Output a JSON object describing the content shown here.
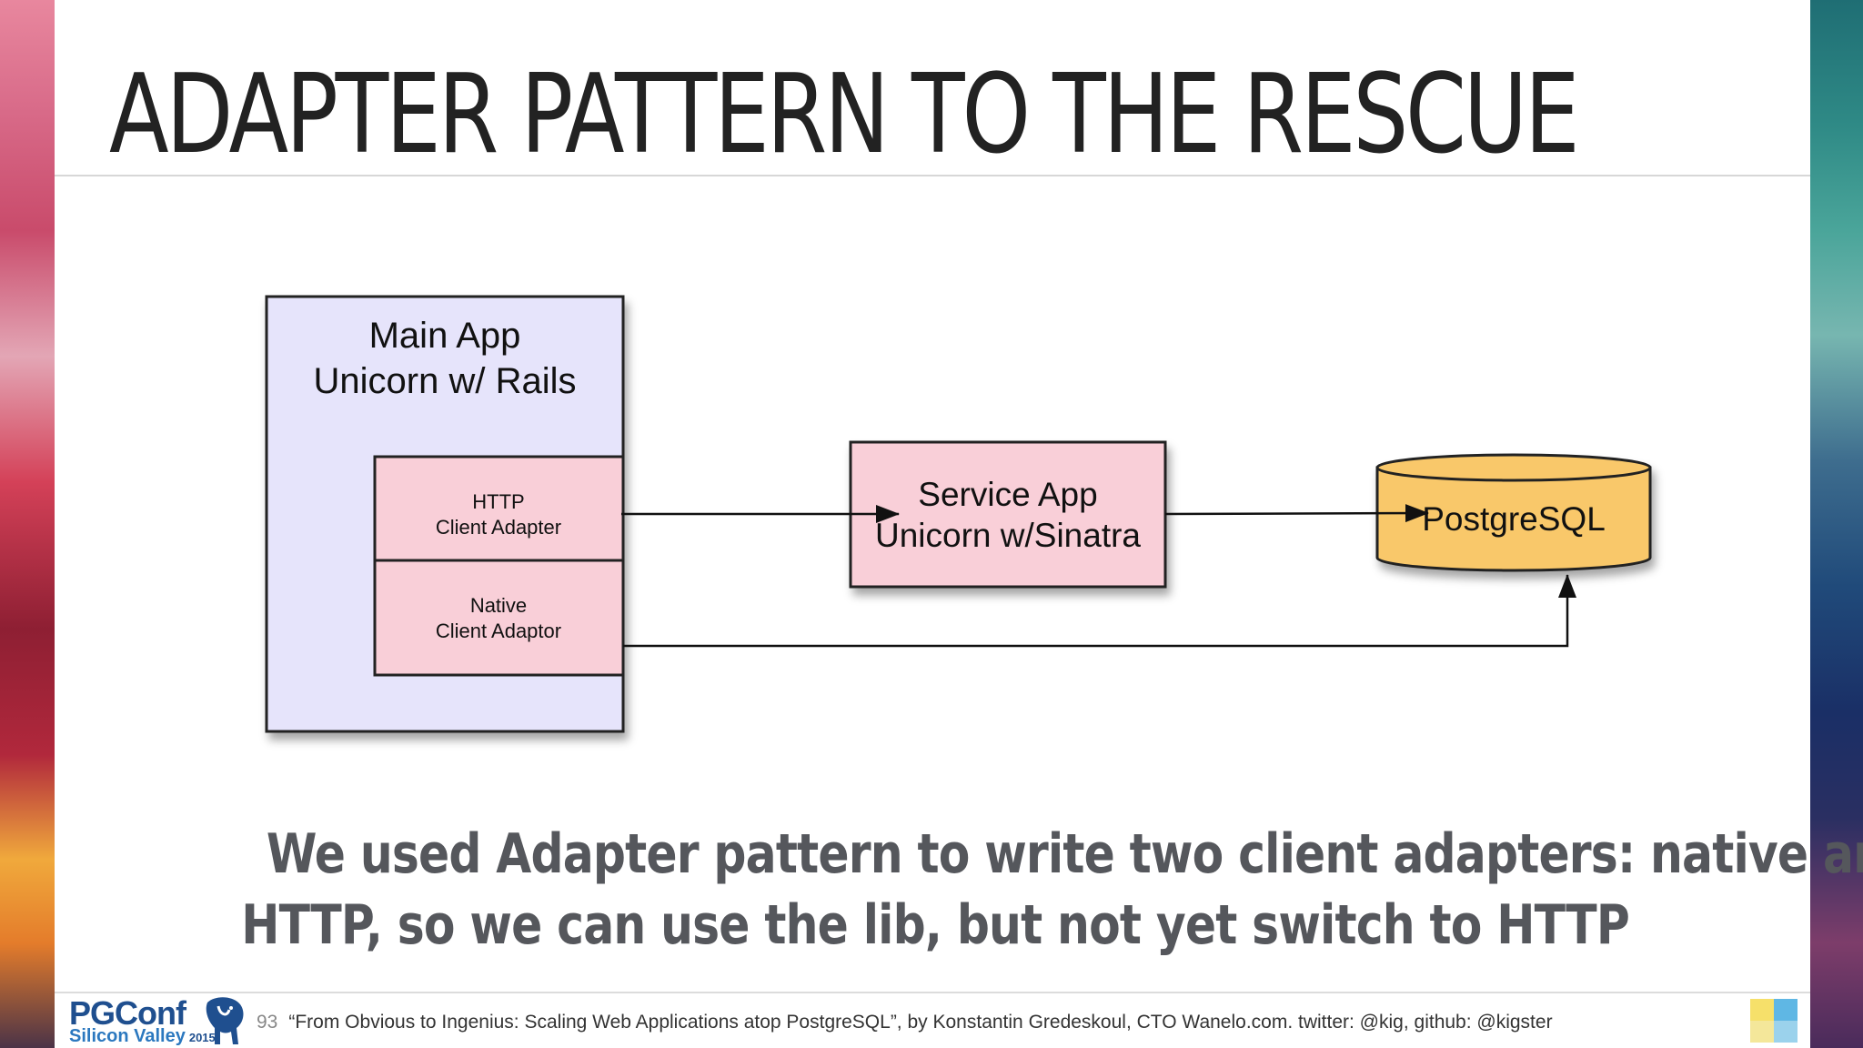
{
  "slide": {
    "title": "ADAPTER PATTERN TO THE RESCUE",
    "caption_line1": "We used Adapter pattern to write two client adapters: native and",
    "caption_line2": "HTTP, so we can use the lib, but not yet switch to HTTP"
  },
  "diagram": {
    "main_app": {
      "line1": "Main App",
      "line2": "Unicorn w/ Rails"
    },
    "http_adapter": {
      "line1": "HTTP",
      "line2": "Client Adapter"
    },
    "native_adapter": {
      "line1": "Native",
      "line2": "Client Adaptor"
    },
    "service_app": {
      "line1": "Service App",
      "line2": "Unicorn w/Sinatra"
    },
    "database": {
      "label": "PostgreSQL"
    },
    "colors": {
      "main_app_fill": "#e6e4fb",
      "adapter_fill": "#f9cfd8",
      "database_fill": "#f9c86a"
    }
  },
  "footer": {
    "logo_main": "PGConf",
    "logo_sub": "Silicon Valley",
    "logo_year": "2015",
    "page_number": "93",
    "citation": "“From Obvious to Ingenius: Scaling Web Applications atop PostgreSQL”, by Konstantin Gredeskoul, CTO Wanelo.com. twitter: @kig, github: @kigster"
  },
  "icons": [
    "elephant-logo-icon",
    "corner-squares-icon"
  ]
}
